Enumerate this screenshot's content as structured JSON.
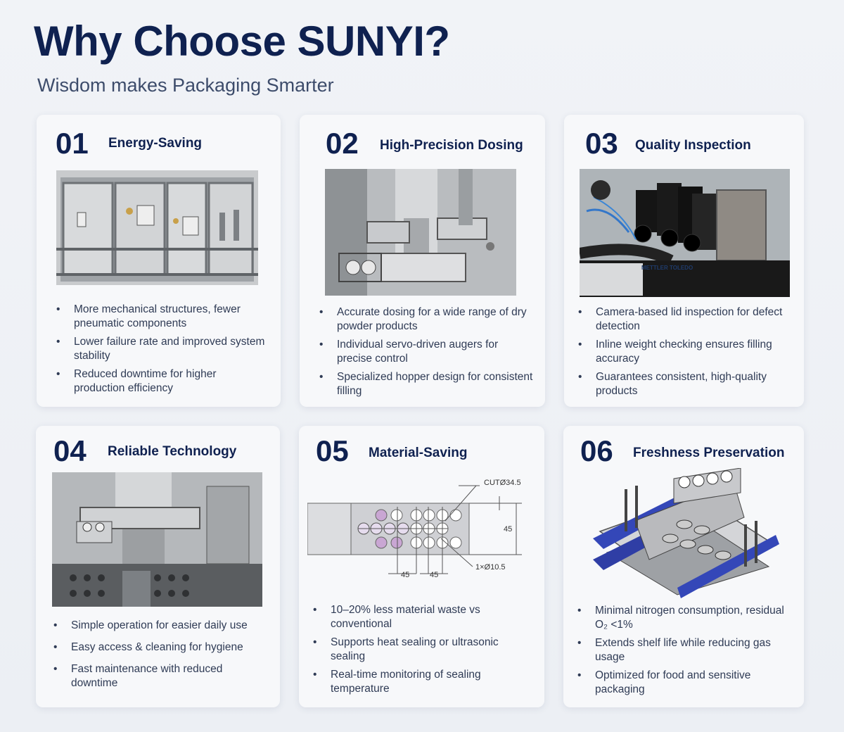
{
  "header": {
    "title": "Why Choose SUNYI?",
    "subtitle": "Wisdom makes Packaging Smarter"
  },
  "cards": [
    {
      "num": "01",
      "title": "Energy-Saving",
      "image_icon": "machine-frame-image",
      "bullets": [
        "More mechanical structures, fewer pneumatic components",
        "Lower failure rate and improved system stability",
        "Reduced downtime for higher production efficiency"
      ]
    },
    {
      "num": "02",
      "title": "High-Precision Dosing",
      "image_icon": "auger-doser-image",
      "bullets": [
        "Accurate dosing for a wide range of dry powder products",
        "Individual servo-driven augers for precise control",
        "Specialized hopper design for consistent filling"
      ]
    },
    {
      "num": "03",
      "title": "Quality Inspection",
      "image_icon": "camera-inspection-image",
      "image_label": "METTLER TOLEDO",
      "bullets": [
        "Camera-based lid inspection for defect detection",
        "Inline weight checking ensures filling accuracy",
        "Guarantees consistent, high-quality products"
      ]
    },
    {
      "num": "04",
      "title": "Reliable Technology",
      "image_icon": "filling-station-image",
      "bullets": [
        "Simple operation for easier daily use",
        "Easy access & cleaning for hygiene",
        "Fast maintenance with reduced downtime"
      ]
    },
    {
      "num": "05",
      "title": "Material-Saving",
      "image_icon": "film-cutting-diagram",
      "diagram_labels": {
        "cut": "CUTØ34.5",
        "dim_45_right": "45",
        "hole": "1×Ø10.5",
        "pitch_1": "45",
        "pitch_2": "45"
      },
      "bullets": [
        "10–20% less material waste vs conventional",
        "Supports heat sealing or ultrasonic sealing",
        "Real-time monitoring of sealing temperature"
      ]
    },
    {
      "num": "06",
      "title": "Freshness Preservation",
      "image_icon": "sealing-die-image",
      "bullets": [
        "Minimal nitrogen consumption, residual O₂ <1%",
        "Extends shelf life while reducing gas usage",
        "Optimized for food and sensitive packaging"
      ]
    }
  ]
}
